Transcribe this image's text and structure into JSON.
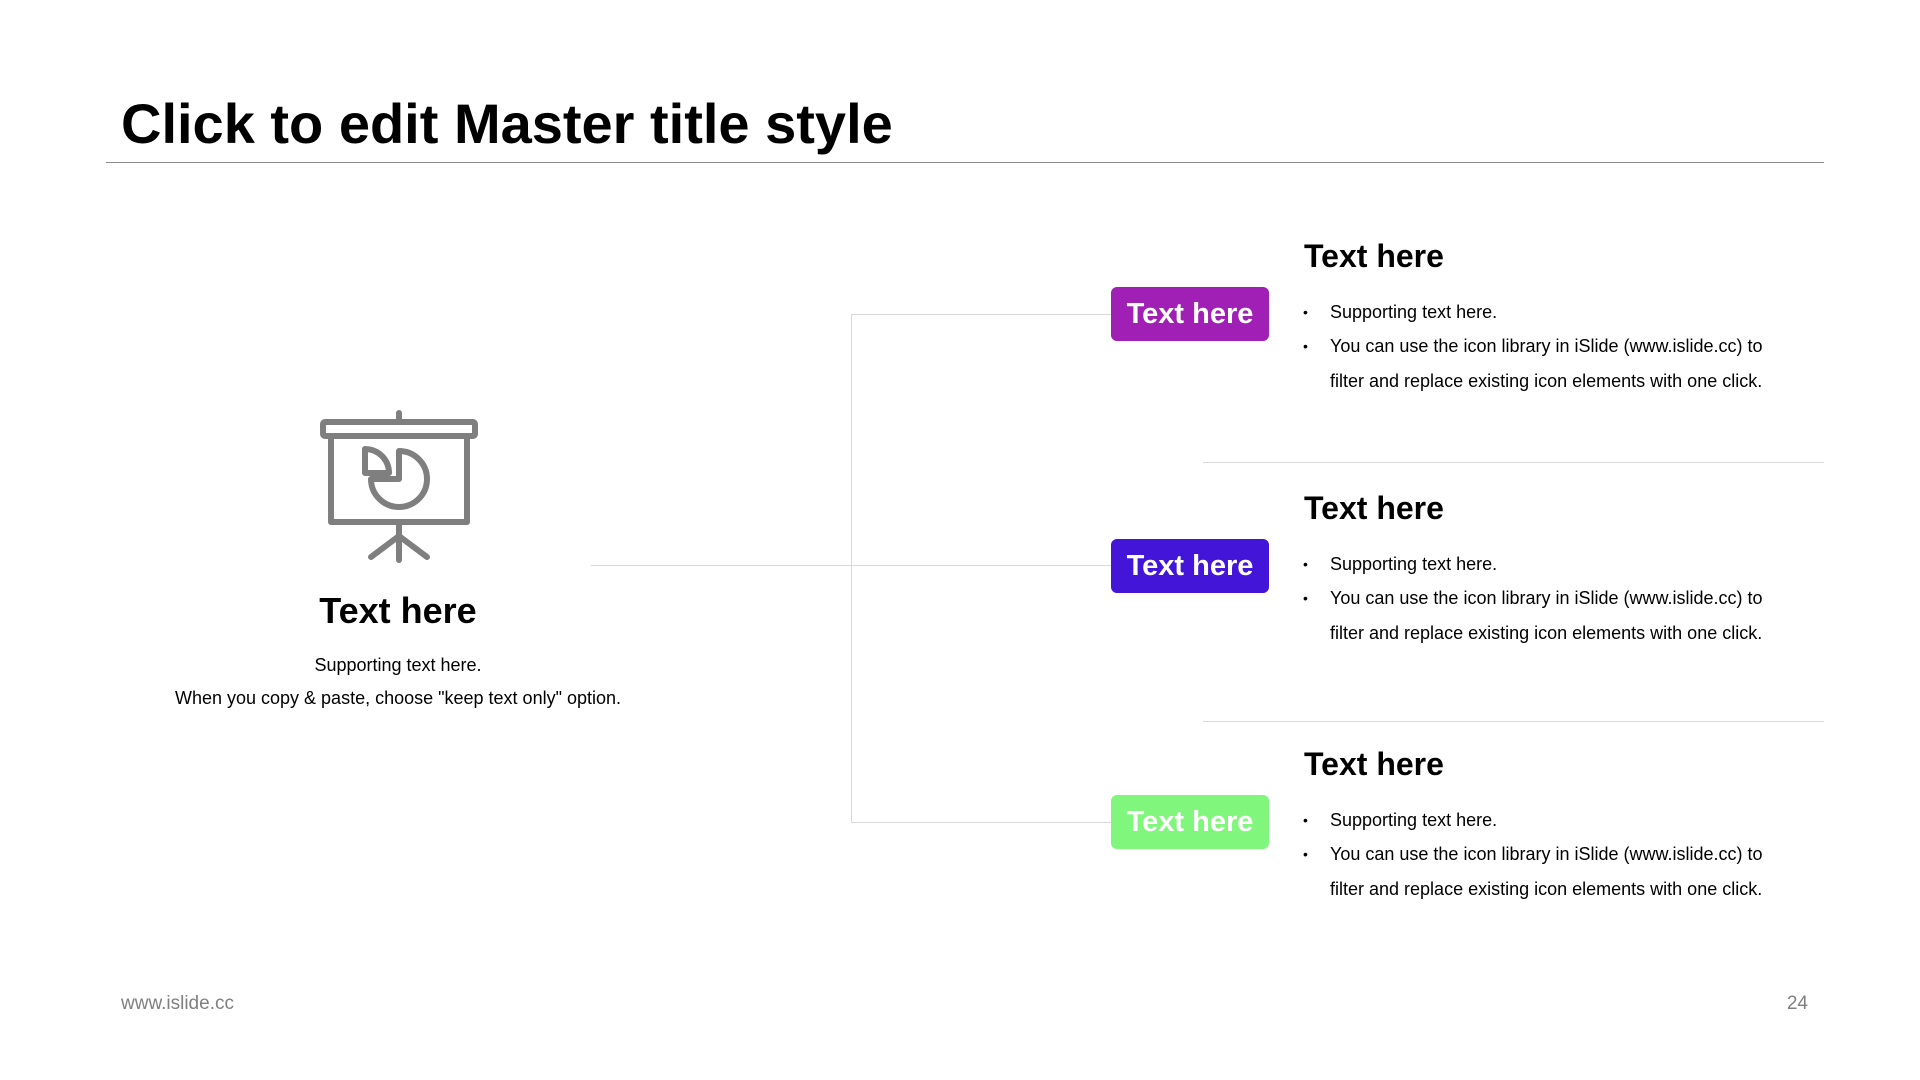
{
  "title": "Click to edit Master title style",
  "left": {
    "icon": "presentation-pie-chart-icon",
    "heading": "Text here",
    "line1": "Supporting text here.",
    "line2": "When you copy & paste, choose \"keep text only\" option."
  },
  "items": [
    {
      "badge": "Text here",
      "color": "#A01FB4",
      "heading": "Text here",
      "bullet1": "Supporting text here.",
      "bullet2_line1": "You can use the icon library in iSlide  (www.islide.cc) to",
      "bullet2_line2": "filter and replace existing icon elements with one click."
    },
    {
      "badge": "Text here",
      "color": "#4215D9",
      "heading": "Text here",
      "bullet1": "Supporting text here.",
      "bullet2_line1": "You can use the icon library in iSlide  (www.islide.cc) to",
      "bullet2_line2": "filter and replace existing icon elements with one click."
    },
    {
      "badge": "Text here",
      "color": "#80F77C",
      "heading": "Text here",
      "bullet1": "Supporting text here.",
      "bullet2_line1": "You can use the icon library in iSlide  (www.islide.cc) to",
      "bullet2_line2": "filter and replace existing icon elements with one click."
    }
  ],
  "footer": {
    "url": "www.islide.cc",
    "page": "24"
  }
}
